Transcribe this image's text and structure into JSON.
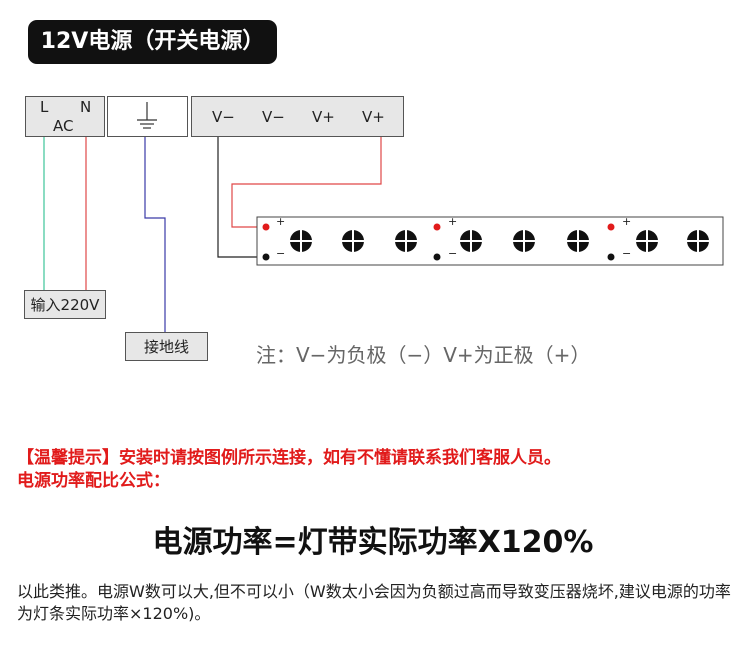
{
  "title": "12V电源（开关电源）",
  "terminal_ac": {
    "l": "L",
    "n": "N",
    "ac": "AC"
  },
  "terminal_out": [
    "V−",
    "V−",
    "V+",
    "V+"
  ],
  "input_label": "输入220V",
  "ground_label": "接地线",
  "led_strip": {
    "plus": "+",
    "minus": "−"
  },
  "note": "注：V−为负极（−）V+为正极（+）",
  "warning": "【温馨提示】安装时请按图例所示连接，如有不懂请联系我们客服人员。",
  "formula_heading": "电源功率配比公式：",
  "formula": "电源功率=灯带实际功率X120%",
  "paragraph": "以此类推。电源W数可以大,但不可以小（W数太小会因为负额过高而导致变压器烧坏,建议电源的功率为灯条实际功率×120%)。",
  "colors": {
    "green_wire": "#3ec49a",
    "red_wire": "#e04848",
    "blue_wire": "#3a3aa8",
    "red_dot": "#e11b1b"
  }
}
